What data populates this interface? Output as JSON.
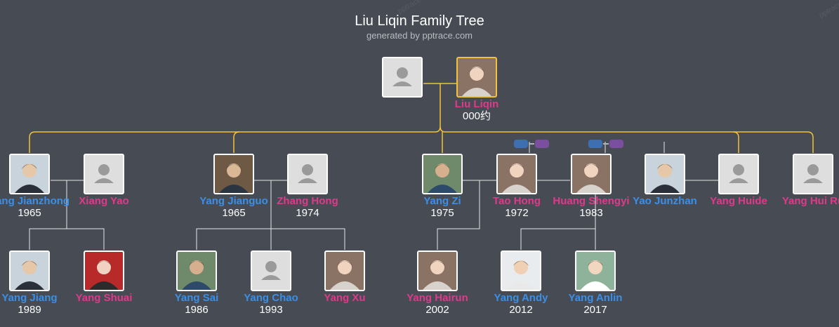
{
  "header": {
    "title": "Liu Liqin Family Tree",
    "subtitle": "generated by pptrace.com",
    "watermark": "pptrace"
  },
  "colors": {
    "background": "#474c54",
    "male": "#3a8fe8",
    "female": "#e0398c",
    "line_gold": "#f2c23a",
    "line_white": "#e6e6e6",
    "mark_blue": "#3e6fb0",
    "mark_purple": "#7b4fa0"
  },
  "people": [
    {
      "id": "spouse_of_liu",
      "name": "",
      "year": "",
      "gender": "male",
      "photo": "placeholder"
    },
    {
      "id": "liu_liqin",
      "name": "Liu Liqin",
      "year": "000约",
      "gender": "female",
      "photo": "woman-portrait",
      "root": true
    },
    {
      "id": "yang_jianzhong",
      "name": "Yang Jianzhong",
      "year": "1965",
      "gender": "male",
      "photo": "man-suit"
    },
    {
      "id": "xiang_yao",
      "name": "Xiang Yao",
      "year": "",
      "gender": "female",
      "photo": "placeholder"
    },
    {
      "id": "yang_jianguo",
      "name": "Yang Jianguo",
      "year": "1965",
      "gender": "male",
      "photo": "man-office"
    },
    {
      "id": "zhang_hong",
      "name": "Zhang Hong",
      "year": "1974",
      "gender": "female",
      "photo": "placeholder"
    },
    {
      "id": "yang_zi",
      "name": "Yang Zi",
      "year": "1975",
      "gender": "male",
      "photo": "man-outdoor"
    },
    {
      "id": "tao_hong",
      "name": "Tao Hong",
      "year": "1972",
      "gender": "female",
      "photo": "woman-portrait"
    },
    {
      "id": "huang_shengyi",
      "name": "Huang Shengyi",
      "year": "1983",
      "gender": "female",
      "photo": "woman-portrait"
    },
    {
      "id": "yao_junzhan",
      "name": "Yao Junzhan",
      "year": "",
      "gender": "male",
      "photo": "man-suit"
    },
    {
      "id": "yang_huide",
      "name": "Yang Huide",
      "year": "",
      "gender": "female",
      "photo": "placeholder"
    },
    {
      "id": "yang_huiru",
      "name": "Yang Hui Ru",
      "year": "",
      "gender": "female",
      "photo": "placeholder"
    },
    {
      "id": "yang_jiang",
      "name": "Yang Jiang",
      "year": "1989",
      "gender": "male",
      "photo": "man-suit"
    },
    {
      "id": "yang_shuai",
      "name": "Yang Shuai",
      "year": "",
      "gender": "female",
      "photo": "woman-red"
    },
    {
      "id": "yang_sai",
      "name": "Yang Sai",
      "year": "1986",
      "gender": "male",
      "photo": "man-outdoor"
    },
    {
      "id": "yang_chao",
      "name": "Yang Chao",
      "year": "1993",
      "gender": "male",
      "photo": "placeholder"
    },
    {
      "id": "yang_xu",
      "name": "Yang Xu",
      "year": "",
      "gender": "female",
      "photo": "woman-portrait"
    },
    {
      "id": "yang_hairun",
      "name": "Yang Hairun",
      "year": "2002",
      "gender": "female",
      "photo": "woman-portrait"
    },
    {
      "id": "yang_andy",
      "name": "Yang Andy",
      "year": "2012",
      "gender": "male",
      "photo": "child"
    },
    {
      "id": "yang_anlin",
      "name": "Yang Anlin",
      "year": "2017",
      "gender": "male",
      "photo": "baby"
    }
  ]
}
